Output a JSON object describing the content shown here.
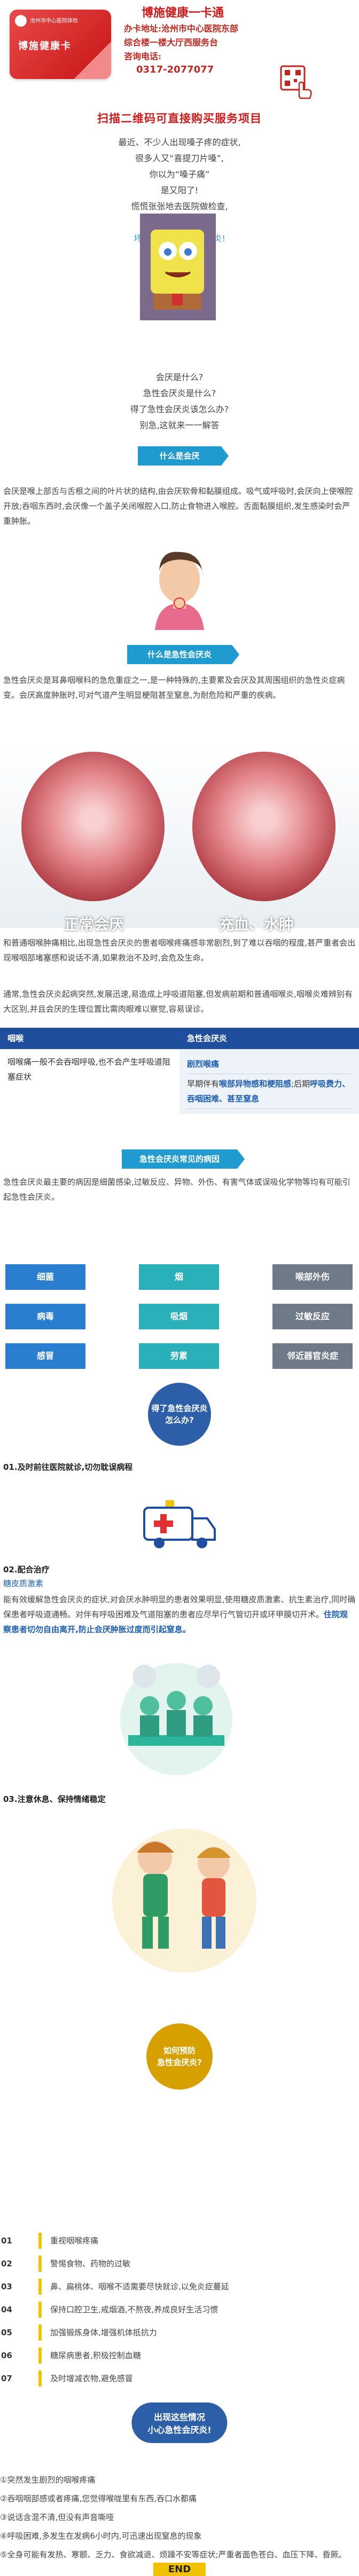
{
  "header": {
    "brand": "博施健康一卡通",
    "card_org": "沧州市中心医院体检",
    "card_title": "博施健康卡",
    "address1": "办卡地址:沧州市中心医院东部",
    "address2": "综合楼一楼大厅西服务台",
    "phone_label": "咨询电话:",
    "phone": "0317-2077077",
    "scan_text": "扫描二维码可直接购买服务项目"
  },
  "intro": [
    "最近、不少人出现嗓子疼的症状,",
    "很多人又“喜提刀片嗓”,",
    "你以为“嗓子痛”",
    "是又阳了!",
    "慌慌张张地去医院做检查,",
    "好消息:没阳!",
    "坏消息:得了急性会厌炎!"
  ],
  "questions": [
    "会厌是什么?",
    "急性会厌炎是什么?",
    "得了急性会厌炎该怎么办?",
    "别急,这就来一一解答"
  ],
  "section1": {
    "title": "什么是会厌",
    "text": "会厌是喉上部舌与舌根之间的叶片状的结构,由会厌软骨和黏膜组成。吸气或呼吸时,会厌向上使喉腔开放;吞咽东西时,会厌像一个盖子关闭喉腔入口,防止食物进入喉腔。舌面黏膜组织,发生感染时会严重肿胀。"
  },
  "section2": {
    "title": "什么是急性会厌炎",
    "text": "急性会厌炎是耳鼻咽喉科的急危重症之一,是一种特殊的,主要累及会厌及其周围组织的急性炎症病变。会厌高度肿胀时,可对气道产生明显梗阻甚至窒息,为耐危险和严重的疾病。"
  },
  "throat_labels": {
    "normal": "正常会厌",
    "swollen": "充血、水肿"
  },
  "section3": {
    "text": "和普通咽喉肿痛相比,出现急性会厌炎的患者咽喉疼痛感非常剧烈,到了难以吞咽的程度,甚严重者会出现喉咽部堵塞感和说话不清,如果救治不及时,会危及生命。",
    "text2": "通常,急性会厌炎起病突然,发展迅速,易造成上呼吸道阻塞,但发病前期和普通咽喉炎,咽喉炎难辨别有大区别,并且会厌的生理位置比需肉眼难以察觉,容易误诊。"
  },
  "compare_table": {
    "col1": "咽喉",
    "col2": "急性会厌炎",
    "left_text": "咽喉痛一般不会吞咽呼吸,也不会产生呼吸道阻塞症状",
    "rows": [
      {
        "plain": "剧烈喉痛"
      },
      {
        "plain": "早期伴有",
        "bold": "喉部异物感和梗阻感",
        "tail": ";后期",
        "bold2": "呼吸费力、吞咽困难、甚至窒息"
      }
    ]
  },
  "section4": {
    "title": "急性会厌炎常见的病因",
    "text": "急性会厌炎最主要的病因是细菌感染,过敏反应、异物、外伤、有害气体或误吸化学物等均有可能引起急性会厌炎。"
  },
  "causes": {
    "col1": [
      "细菌",
      "病毒",
      "感冒"
    ],
    "col2": [
      "烟",
      "吸烟",
      "劳累"
    ],
    "col3": [
      "喉部外伤",
      "过敏反应",
      "邻近器官炎症"
    ]
  },
  "treatment_badge": "得了急性会厌炎\n怎么办?",
  "steps": {
    "step1": "01.及时前往医院就诊,切勿耽误病程",
    "step2_title": "02.配合治疗",
    "step2_sub": "糖皮质激素",
    "step2_text": "能有效缓解急性会厌炎的症状,对会厌水肿明显的患者效果明显,使用糖皮质激素、抗生素治疗,同时确保患者呼吸道通畅。对伴有呼吸困难及气道阻塞的患者应尽早行气管切开或环甲膜切开术。",
    "step2_bold": "住院观察患者切勿自由离开,防止会厌肿胀过度而引起窒息。",
    "step3": "03.注意休息、保持情绪稳定"
  },
  "prevent_badge": "如何预防\n急性会厌炎?",
  "prevent_list": [
    {
      "n": "01",
      "t": "重视咽喉疼痛"
    },
    {
      "n": "02",
      "t": "警惕食物、药物的过敏"
    },
    {
      "n": "03",
      "t": "鼻、扁桃体、咽喉不适需要尽快就诊,以免炎症蔓延"
    },
    {
      "n": "04",
      "t": "保持口腔卫生,戒烟酒,不熬夜,养成良好生活习惯"
    },
    {
      "n": "05",
      "t": "加强锻炼身体,增强机体抵抗力"
    },
    {
      "n": "06",
      "t": "糖尿病患者,积极控制血糖"
    },
    {
      "n": "07",
      "t": "及时增减衣物,避免感冒"
    }
  ],
  "alarm_badge": "出现这些情况\n小心急性会厌炎!",
  "alarm_list": [
    "①突然发生剧烈的咽喉疼痛",
    "②吞咽咽部感或者疼痛,您觉得喉咙里有东西,吞口水都痛",
    "③说话含混不清,但没有声音嘶哑",
    "④呼吸困难,多发生在发病6小时内,可迅速出现窒息的现象",
    "⑤全身可能有发热、寒颤、乏力、食欲减退、烦躁不安等症状;严重者面色苍白、血压下降、昏厥。"
  ],
  "end": "END",
  "colors": {
    "accent": "#1f9bd0",
    "red": "#d11b1b",
    "yellow": "#f2c200",
    "navy": "#1f4e9c"
  }
}
